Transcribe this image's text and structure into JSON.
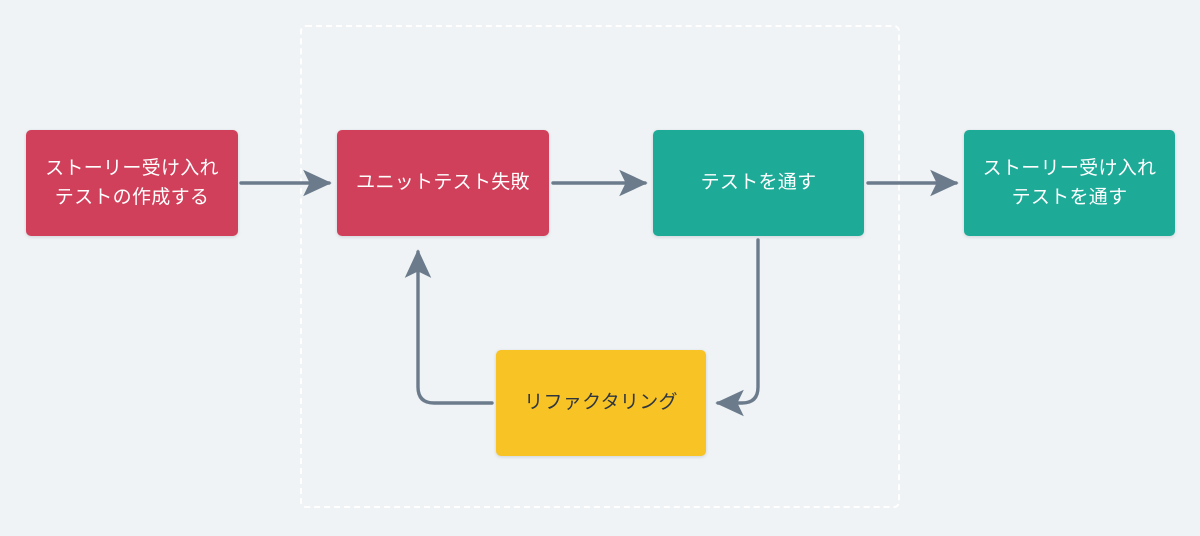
{
  "diagram": {
    "title": "TDD cycle flow diagram",
    "background_color": "#eff3f5",
    "edge_color": "#6b7b8c",
    "group": {
      "name": "unit-test-cycle-group",
      "border_style": "dashed",
      "border_color": "#ffffff",
      "label": ""
    },
    "nodes": [
      {
        "id": "story-test-create",
        "label": "ストーリー受け入れ\nテストの作成する",
        "color": "#d1405a",
        "text_color": "#ffffff",
        "shape": "rounded-rect"
      },
      {
        "id": "unit-test-fail",
        "label": "ユニットテスト失敗",
        "color": "#d1405a",
        "text_color": "#ffffff",
        "shape": "rounded-rect"
      },
      {
        "id": "pass-test",
        "label": "テストを通す",
        "color": "#1dab98",
        "text_color": "#ffffff",
        "shape": "rounded-rect"
      },
      {
        "id": "story-test-pass",
        "label": "ストーリー受け入れ\nテストを通す",
        "color": "#1dab98",
        "text_color": "#ffffff",
        "shape": "rounded-rect"
      },
      {
        "id": "refactoring",
        "label": "リファクタリング",
        "color": "#f8c325",
        "text_color": "#2f3640",
        "shape": "rounded-rect"
      }
    ],
    "edges": [
      {
        "id": "edge-1",
        "from": "story-test-create",
        "to": "unit-test-fail",
        "label": "",
        "style": "solid-arrow"
      },
      {
        "id": "edge-2",
        "from": "unit-test-fail",
        "to": "pass-test",
        "label": "",
        "style": "solid-arrow"
      },
      {
        "id": "edge-3",
        "from": "pass-test",
        "to": "story-test-pass",
        "label": "",
        "style": "solid-arrow"
      },
      {
        "id": "edge-4",
        "from": "pass-test",
        "to": "refactoring",
        "label": "",
        "style": "solid-arrow-elbow"
      },
      {
        "id": "edge-5",
        "from": "refactoring",
        "to": "unit-test-fail",
        "label": "",
        "style": "solid-arrow-elbow"
      }
    ]
  }
}
